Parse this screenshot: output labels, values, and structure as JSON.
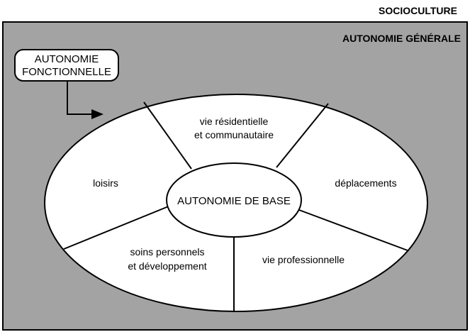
{
  "outer_title": "SOCIOCULTURE",
  "inner_title": "AUTONOMIE GÉNÉRALE",
  "callout": {
    "line1": "AUTONOMIE",
    "line2": "FONCTIONNELLE"
  },
  "center": "AUTONOMIE DE BASE",
  "segments": {
    "top": {
      "line1": "vie résidentielle",
      "line2": "et communautaire"
    },
    "left": "loisirs",
    "right": "déplacements",
    "bottom_left": {
      "line1": "soins personnels",
      "line2": "et développement"
    },
    "bottom_right": "vie professionnelle"
  },
  "colors": {
    "frame_fill": "#a3a3a3",
    "stroke": "#000000",
    "shape_fill": "#ffffff"
  }
}
